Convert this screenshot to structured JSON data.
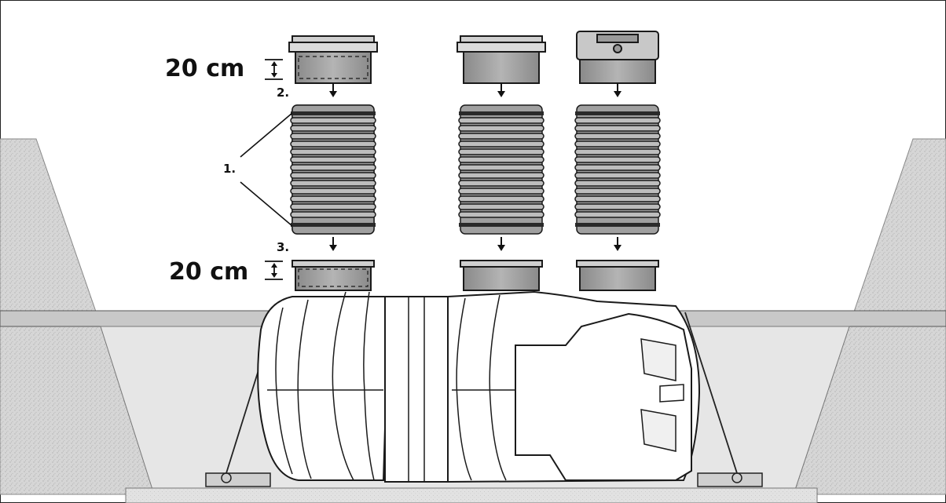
{
  "labels": {
    "top_height": "20 cm",
    "bottom_height": "20 cm",
    "step_1": "1.",
    "step_2": "2.",
    "step_3": "3."
  },
  "colors": {
    "gravel": "#d4d4d4",
    "gray_part": "#9a9a9a",
    "tank_fill": "#ffffff",
    "sky": "#ffffff",
    "outline": "#1a1a1a"
  },
  "icons": [
    "down-arrow-icon",
    "double-arrow-icon",
    "anchor-ring-icon"
  ]
}
